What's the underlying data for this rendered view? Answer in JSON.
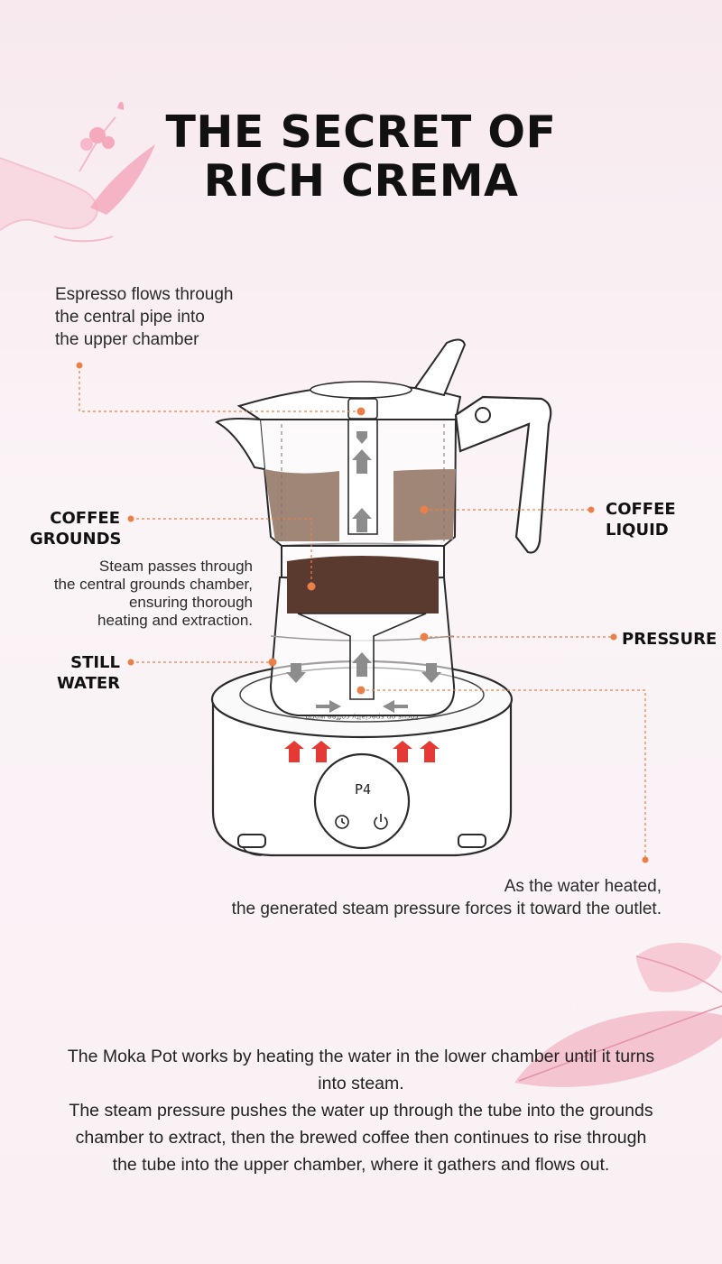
{
  "title": {
    "line1": "THE SECRET OF",
    "line2": "RICH CREMA"
  },
  "notes": {
    "espresso_flow": [
      "Espresso flows through",
      "the central pipe into",
      "the upper chamber"
    ],
    "steam_passes": [
      "Steam passes through",
      "the central grounds chamber,",
      "ensuring thorough",
      "heating and extraction."
    ],
    "water_heated": [
      "As the water heated,",
      "the generated steam pressure forces it toward the outlet."
    ]
  },
  "labels": {
    "coffee_grounds": [
      "COFFEE",
      "GROUNDS"
    ],
    "coffee_liquid": [
      "COFFEE",
      "LIQUID"
    ],
    "pressure": "PRESSURE",
    "still_water": [
      "STILL",
      "WATER"
    ]
  },
  "stove": {
    "display": "P4",
    "engraving": "Focus on specialty coffee world"
  },
  "description": [
    "The Moka Pot works by heating the water in the lower chamber until it turns",
    "into steam.",
    "The steam pressure pushes the water up through the tube into the grounds",
    "chamber to extract, then the brewed coffee then continues to rise through",
    "the tube into the upper chamber, where it gathers and flows out."
  ],
  "colors": {
    "accent": "#e9804a",
    "coffee_liquid": "#a08677",
    "coffee_grounds": "#5a3a2f",
    "heat_arrow": "#e53935",
    "flow_arrow": "#8c8c8c",
    "leaf": "#f1b6c6"
  },
  "icons": [
    "timer-icon",
    "power-icon"
  ]
}
